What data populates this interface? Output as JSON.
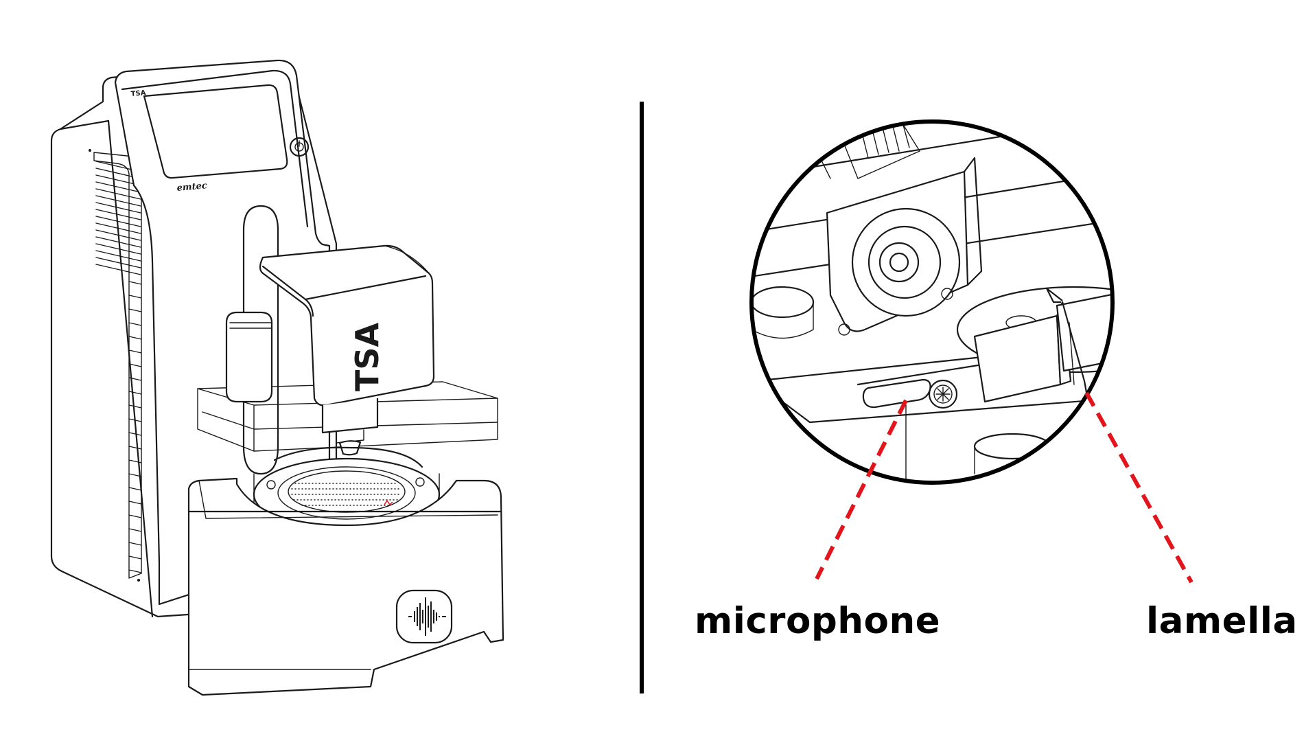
{
  "device": {
    "screen_brand": "TSA",
    "body_text": "TSA",
    "logo_text": "emtec"
  },
  "labels": {
    "microphone": "microphone",
    "lamella": "lamella"
  },
  "colors": {
    "line": "#1a1a1a",
    "callout": "#e3151c",
    "background": "#ffffff"
  }
}
